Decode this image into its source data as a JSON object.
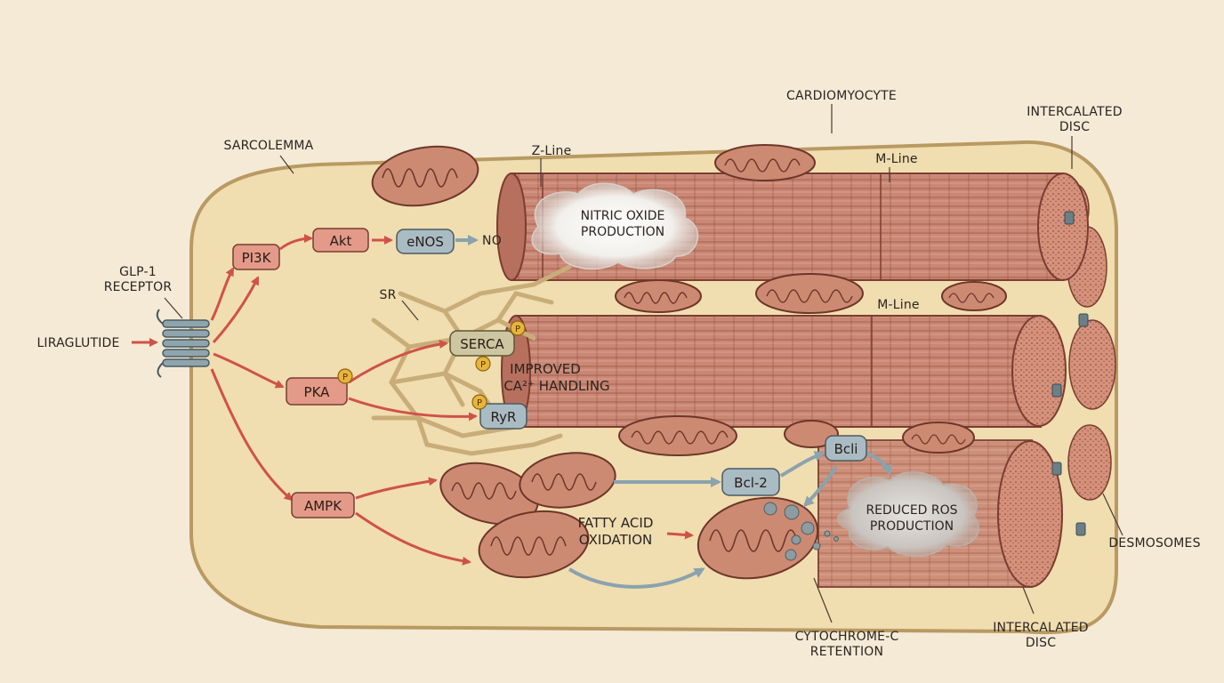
{
  "labels": {
    "cardiomyocyte": "CARDIOMYOCYTE",
    "sarcolemma": "SARCOLEMMA",
    "intercalated_disc_top_1": "INTERCALATED",
    "intercalated_disc_top_2": "DISC",
    "intercalated_disc_bottom_1": "INTERCALATED",
    "intercalated_disc_bottom_2": "DISC",
    "desmosomes": "DESMOSOMES",
    "glp1_1": "GLP-1",
    "glp1_2": "RECEPTOR",
    "liraglutide": "LIRAGLUTIDE",
    "z_line": "Z-Line",
    "m_line_top": "M-Line",
    "m_line_mid": "M-Line",
    "sr": "SR",
    "no": "NO",
    "cytochrome_1": "CYTOCHROME-C",
    "cytochrome_2": "RETENTION",
    "improved_1": "IMPROVED",
    "improved_2": "CA²⁺ HANDLING",
    "fatty_1": "FATTY ACID",
    "fatty_2": "OXIDATION"
  },
  "nodes": {
    "pi3k": "PI3K",
    "akt": "Akt",
    "enos": "eNOS",
    "pka": "PKA",
    "serca": "SERCA",
    "ryr": "RyR",
    "ampk": "AMPK",
    "bcl2": "Bcl-2",
    "bcli": "Bcli"
  },
  "phospho": "P",
  "clouds": {
    "no_1": "NITRIC OXIDE",
    "no_2": "PRODUCTION",
    "ros_1": "REDUCED ROS",
    "ros_2": "PRODUCTION"
  },
  "colors": {
    "background": "#f4ead6",
    "cytoplasm": "#f0ddb0",
    "membrane": "#b89a62",
    "fiber": "#c98774",
    "kinase_fill": "#e39a88",
    "effector_fill": "#a9bcc4",
    "arrow_red": "#cf5248",
    "arrow_blue": "#8aa3ad",
    "phospho": "#e9b43a"
  }
}
